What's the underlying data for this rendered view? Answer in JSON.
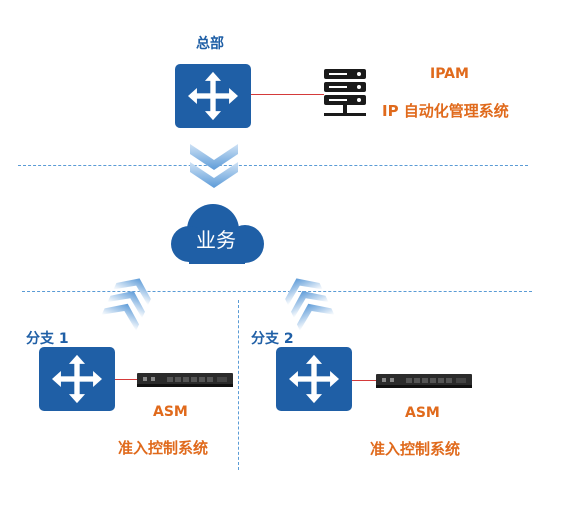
{
  "hq": {
    "label": "总部"
  },
  "ipam": {
    "title": "IPAM",
    "subtitle": "IP 自动化管理系统"
  },
  "cloud": {
    "label": "业务"
  },
  "branch1": {
    "label": "分支 1",
    "device": "ASM",
    "system": "准入控制系统"
  },
  "branch2": {
    "label": "分支 2",
    "device": "ASM",
    "system": "准入控制系统"
  },
  "colors": {
    "router": "#1f5fa6",
    "label": "#1f5fa6",
    "accent": "#e06a1c",
    "link": "#d43a3a",
    "arrow": "#7fb0e0"
  }
}
